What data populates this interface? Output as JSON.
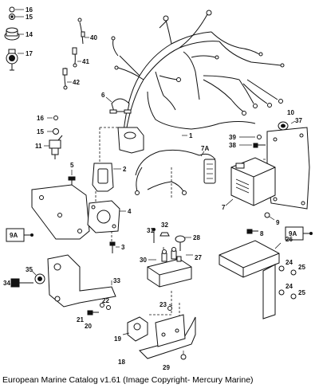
{
  "caption": "European Marine Catalog v1.61 (Image Copyright- Mercury Marine)",
  "callouts": [
    "16",
    "15",
    "14",
    "17",
    "40",
    "41",
    "42",
    "6",
    "16",
    "15",
    "11",
    "5",
    "2",
    "7A",
    "1",
    "10",
    "37",
    "39",
    "38",
    "7",
    "4",
    "9",
    "8",
    "9A",
    "9A",
    "31",
    "32",
    "28",
    "26",
    "30",
    "27",
    "3",
    "35",
    "34",
    "33",
    "24",
    "25",
    "24",
    "25",
    "22",
    "21",
    "20",
    "23",
    "19",
    "18",
    "29"
  ],
  "icons": [
    "wiring-harness",
    "ignition-switch",
    "sender-unit",
    "bracket",
    "ignition-module",
    "solenoid",
    "relay",
    "mounting-plate",
    "coil",
    "screw",
    "washer",
    "nut"
  ]
}
